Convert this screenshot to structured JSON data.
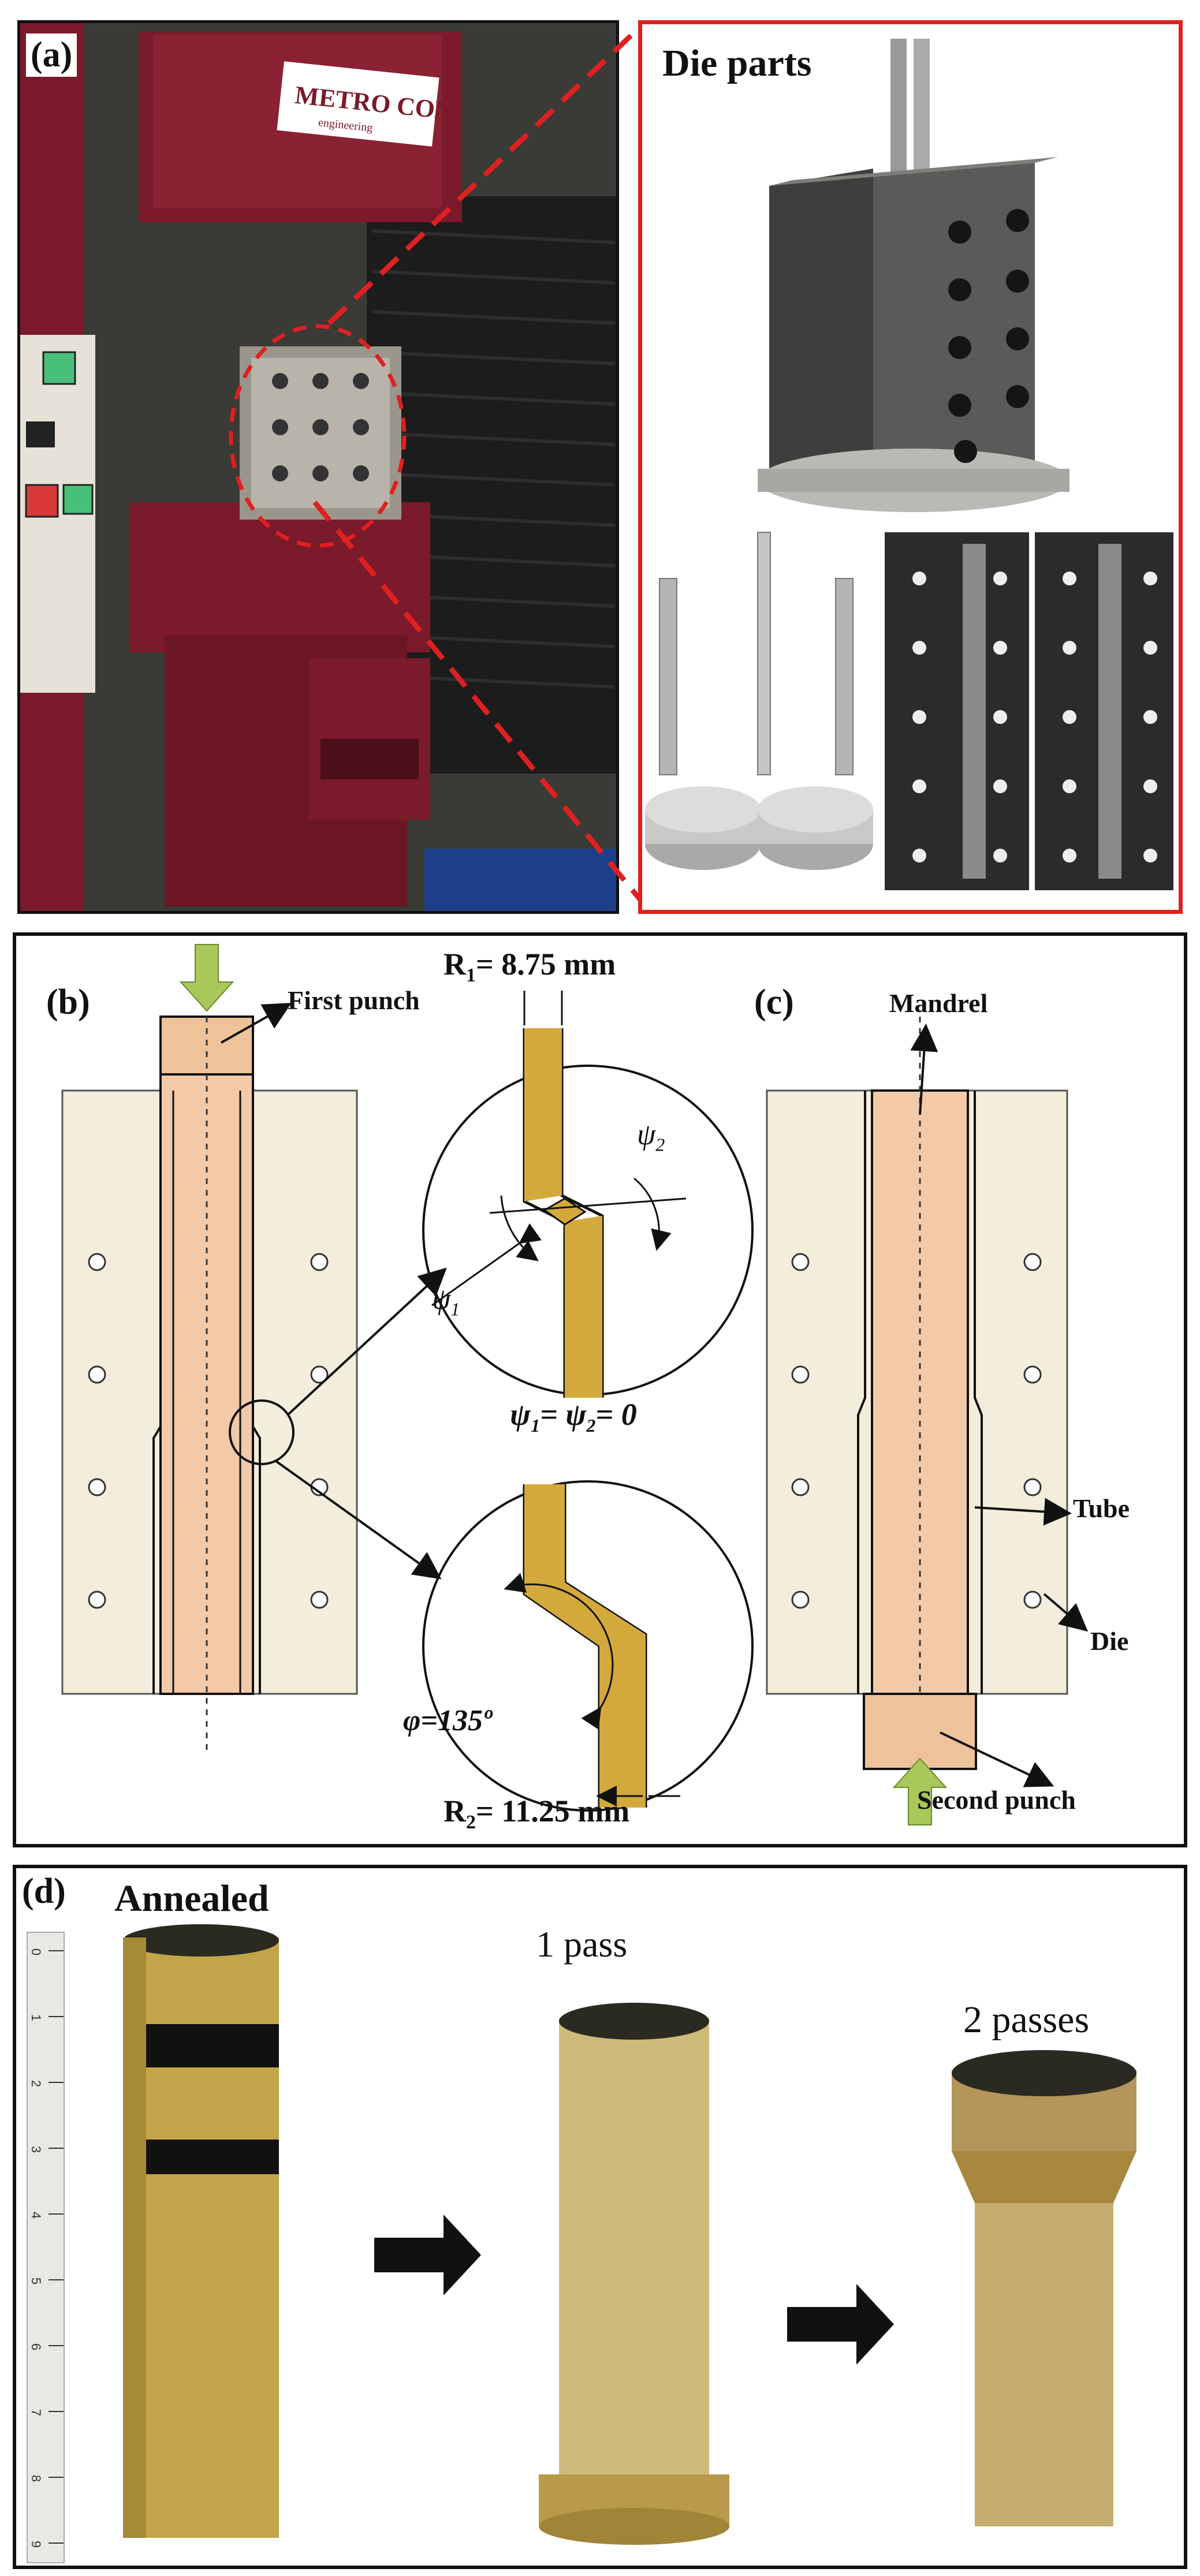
{
  "panel_a": {
    "label": "(a)",
    "machine_brand": "METRO COM",
    "machine_sub": "engineering"
  },
  "die_parts": {
    "title": "Die parts"
  },
  "panel_b": {
    "label": "(b)",
    "r1": "R",
    "r1_sub": "1",
    "r1_val": "= 8.75 mm",
    "first_punch": "First punch",
    "psi1": "ψ",
    "psi1_sub": "1",
    "psi2": "ψ",
    "psi2_sub": "2",
    "psi_eq": "= ψ",
    "psi_eq_tail": "= 0",
    "phi": "φ=135º",
    "r2": "R",
    "r2_sub": "2",
    "r2_val": "= 11.25 mm"
  },
  "panel_c": {
    "label": "(c)",
    "mandrel": "Mandrel",
    "tube": "Tube",
    "die": "Die",
    "second_punch": "Second punch"
  },
  "panel_d": {
    "label": "(d)",
    "annealed": "Annealed",
    "pass1": "1 pass",
    "pass2": "2 passes",
    "ruler_ticks": [
      "0",
      "1",
      "2",
      "3",
      "4",
      "5",
      "6",
      "7",
      "8",
      "9"
    ]
  },
  "colors": {
    "frame": "#111111",
    "die_body": "#f3eedb",
    "tube": "#f4c9a8",
    "brass": "#c8a64a",
    "red_dash": "#e02020",
    "machine": "#7a1a2a"
  }
}
